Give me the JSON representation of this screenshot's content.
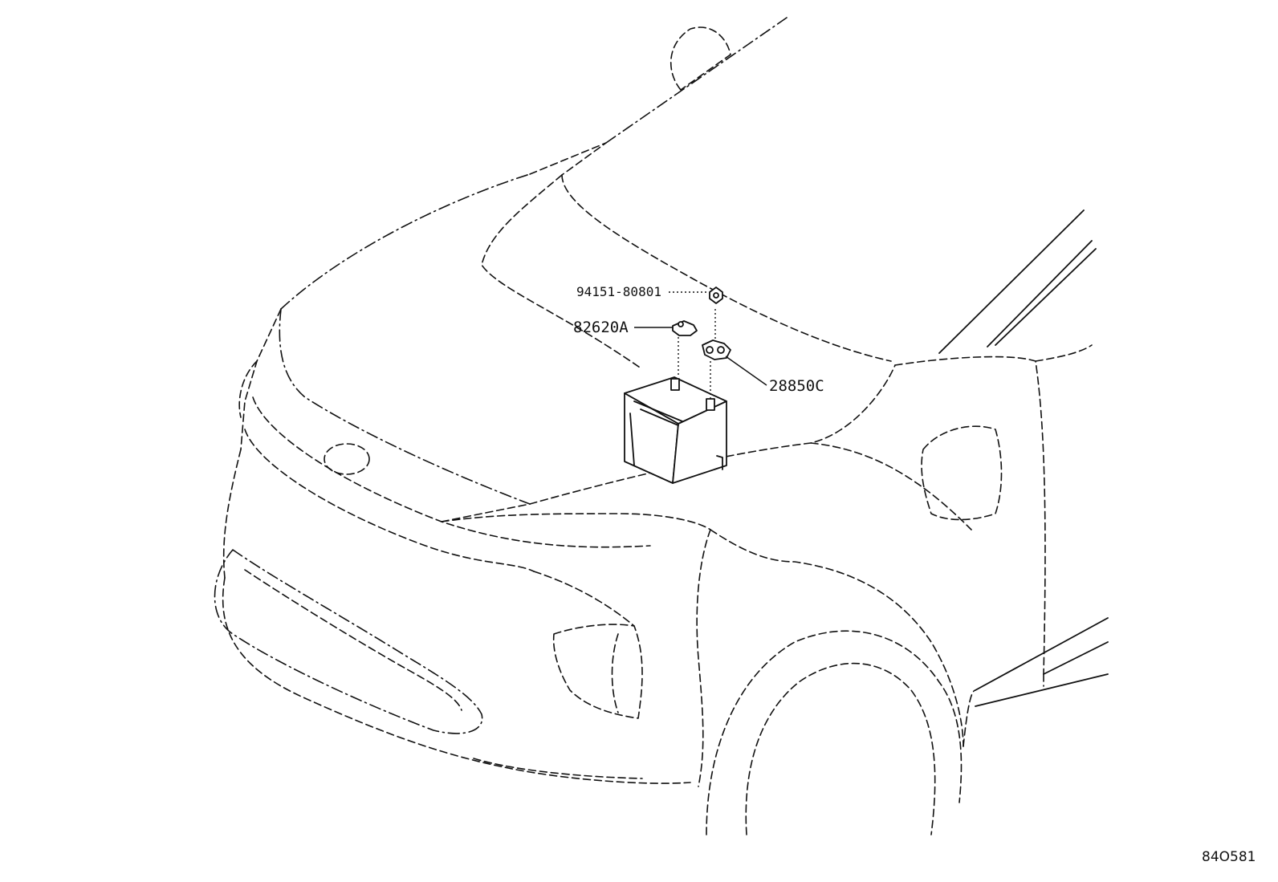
{
  "callouts": {
    "bolt": "94151-80801",
    "clamp": "82620A",
    "terminal": "28850C"
  },
  "illustration_id": "84O581",
  "line_color": "#111111",
  "background_color": "#ffffff"
}
